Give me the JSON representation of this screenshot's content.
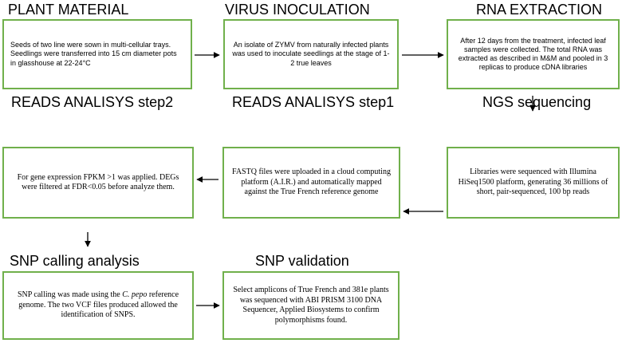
{
  "steps": {
    "plant_material": {
      "title": "PLANT MATERIAL",
      "text": "Seeds of  two line  were sown in multi-cellular trays. Seedlings were transferred into 15 cm diameter pots in glasshouse at 22-24°C"
    },
    "virus_inoculation": {
      "title": "VIRUS INOCULATION",
      "text": "An isolate of ZYMV from naturally infected plants was used  to inoculate seedlings at the stage of 1-2 true leaves"
    },
    "rna_extraction": {
      "title": "RNA EXTRACTION",
      "text": "After 12 days from the treatment,  infected leaf samples were collected.  The total RNA was extracted as described  in M&M and pooled in 3 replicas  to produce cDNA libraries"
    },
    "ngs_sequencing": {
      "title": "NGS sequencing",
      "text": "Libraries were sequenced  with Illumina HiSeq1500 platform, generating 36 millions of short, pair-sequenced,  100 bp reads"
    },
    "reads_step1": {
      "title": "READS ANALISYS step1",
      "text": "FASTQ files were uploaded in a cloud computing platform (A.I.R.) and automatically mapped against the True French reference genome"
    },
    "reads_step2": {
      "title": "READS ANALISYS step2",
      "text": "For gene expression  FPKM >1 was applied. DEGs were    filtered at FDR<0.05 before analyze them."
    },
    "snp_calling": {
      "title": "SNP calling analysis",
      "text_before": "SNP calling was made using the ",
      "text_italic": "C. pepo",
      "text_after": " reference  genome. The two VCF files produced allowed  the identification of SNPS."
    },
    "snp_validation": {
      "title": "SNP validation",
      "text": "Select amplicons of True French and 381e plants was sequenced with ABI PRISM 3100 DNA Sequencer, Applied Biosystems  to confirm polymorphisms found."
    }
  },
  "colors": {
    "box_border": "#70b04b",
    "arrow": "#000000"
  }
}
